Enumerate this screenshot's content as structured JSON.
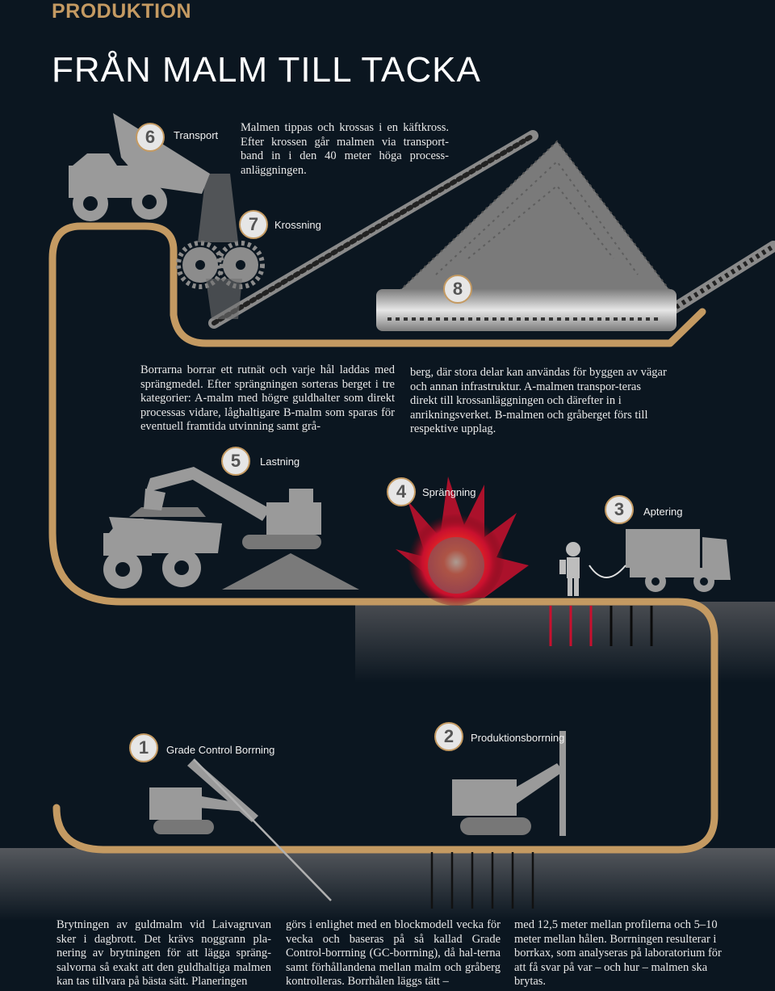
{
  "header": {
    "section": "PRODUKTION",
    "title": "FRÅN MALM TILL TACKA"
  },
  "steps": [
    {
      "num": "1",
      "label": "Grade Control Borrning"
    },
    {
      "num": "2",
      "label": "Produktionsborrning"
    },
    {
      "num": "3",
      "label": "Aptering"
    },
    {
      "num": "4",
      "label": "Sprängning"
    },
    {
      "num": "5",
      "label": "Lastning"
    },
    {
      "num": "6",
      "label": "Transport"
    },
    {
      "num": "7",
      "label": "Krossning"
    },
    {
      "num": "8",
      "label": ""
    }
  ],
  "texts": {
    "transport": "Malmen tippas och krossas i en käftkross. Efter krossen går malmen via transport-band in i den 40 meter höga process-anläggningen.",
    "borrning_left": "Borrarna borrar ett rutnät och varje hål laddas med sprängmedel. Efter sprängningen sorteras berget i tre kategorier: A-malm med högre guldhalter som direkt processas vidare, låghaltigare B-malm som sparas för eventuell framtida utvinning samt grå-",
    "borrning_right": "berg, där stora delar kan användas för byggen av vägar och annan infrastruktur. A-malmen transpor-teras direkt till krossanläggningen och därefter in i anrikningsverket. B-malmen och gråberget förs till respektive upplag.",
    "bottom_col1": "Brytningen av guldmalm vid Laivagruvan sker i dagbrott. Det krävs noggrann pla-nering av brytningen för att lägga spräng-salvorna så exakt att den guldhaltiga malmen kan tas tillvara på bästa sätt. Planeringen",
    "bottom_col2": "görs i enlighet med en blockmodell vecka för vecka och baseras på så kallad Grade Control-borrning (GC-borrning), då hal-terna samt förhållandena mellan malm och gråberg kontrolleras. Borrhålen läggs tätt –",
    "bottom_col3": "med 12,5 meter mellan profilerna och 5–10 meter mellan hålen. Borrningen resulterar i borrkax, som analyseras på laboratorium för att få svar på var – och hur – malmen ska brytas."
  },
  "colors": {
    "background": "#0b1620",
    "path": "#c49a62",
    "machine": "#9a9a9a",
    "rock": "#7f7f7f",
    "blast": "#c8102e"
  }
}
